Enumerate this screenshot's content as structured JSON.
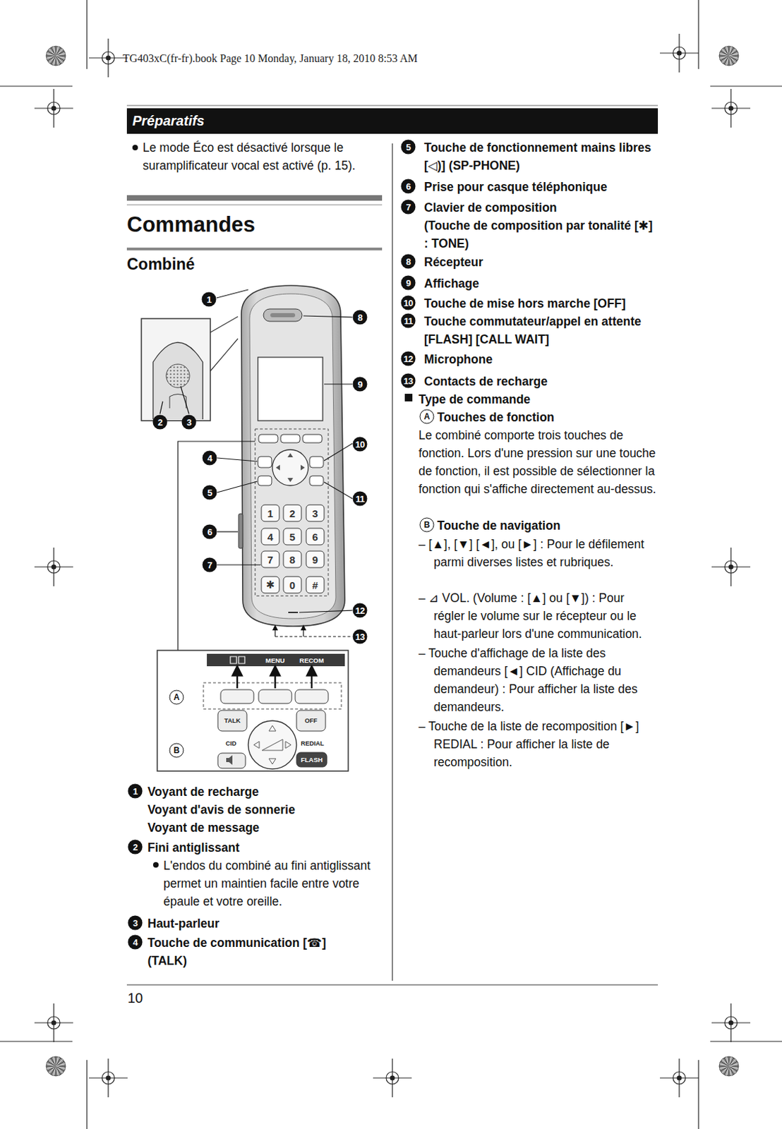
{
  "diagram": {
    "title": "Commandes",
    "nodes": [
      {
        "text": [
          "Préparatifs"
        ]
      }
    ],
    "edges": [],
    "labels": [
      "TG403xC(fr-fr).book  Page 10  Monday, January 18, 2010  8:53 AM",
      "Le mode Éco est désactivé lorsque le suramplificateur vocal est activé (p. 15).",
      "Combiné",
      "1",
      "8",
      "9",
      "2",
      "3",
      "10",
      "4",
      "11",
      "5",
      "6",
      "7",
      "12",
      "13",
      "1",
      "2",
      "3",
      "4",
      "5",
      "6",
      "7",
      "8",
      "9",
      "✱",
      "0",
      "#",
      "MENU",
      "RECOM",
      "TALK",
      "OFF",
      "CID",
      "REDIAL",
      "FLASH",
      "A",
      "B",
      "1",
      "Voyant de recharge",
      "Voyant d'avis de sonnerie",
      "Voyant de message",
      "2",
      "Fini antiglissant",
      "L'endos du combiné au fini antiglissant permet un maintien facile entre votre épaule et votre oreille.",
      "3",
      "Haut-parleur",
      "4",
      "Touche de communication [☎] (TALK)",
      "5",
      "Touche de fonctionnement mains libres [◁)] (SP-PHONE)",
      "6",
      "Prise pour casque téléphonique",
      "7",
      "Clavier de composition",
      "(Touche de composition par tonalité [✱] : TONE)",
      "8",
      "Récepteur",
      "9",
      "Affichage",
      "10",
      "Touche de mise hors marche [OFF]",
      "11",
      "Touche commutateur/appel en attente [FLASH] [CALL WAIT]",
      "12",
      "Microphone",
      "13",
      "Contacts de recharge",
      "Type de commande",
      "A",
      "Touches de fonction",
      "Le combiné comporte trois touches de fonction. Lors d'une pression sur une touche de fonction, il est possible de sélectionner la fonction qui s'affiche directement au-dessus.",
      "B",
      "Touche de navigation",
      "– [▲], [▼] [◄], ou [►] : Pour le défilement parmi diverses listes et rubriques.",
      "– ⊿ VOL. (Volume : [▲] ou [▼]) : Pour régler le volume sur le récepteur ou le haut-parleur lors d'une communication.",
      "– Touche d'affichage de la liste des demandeurs [◄] CID (Affichage du demandeur) : Pour afficher la liste des demandeurs.",
      "– Touche de la liste de recomposition [►] REDIAL : Pour afficher la liste de recomposition.",
      "10"
    ]
  }
}
